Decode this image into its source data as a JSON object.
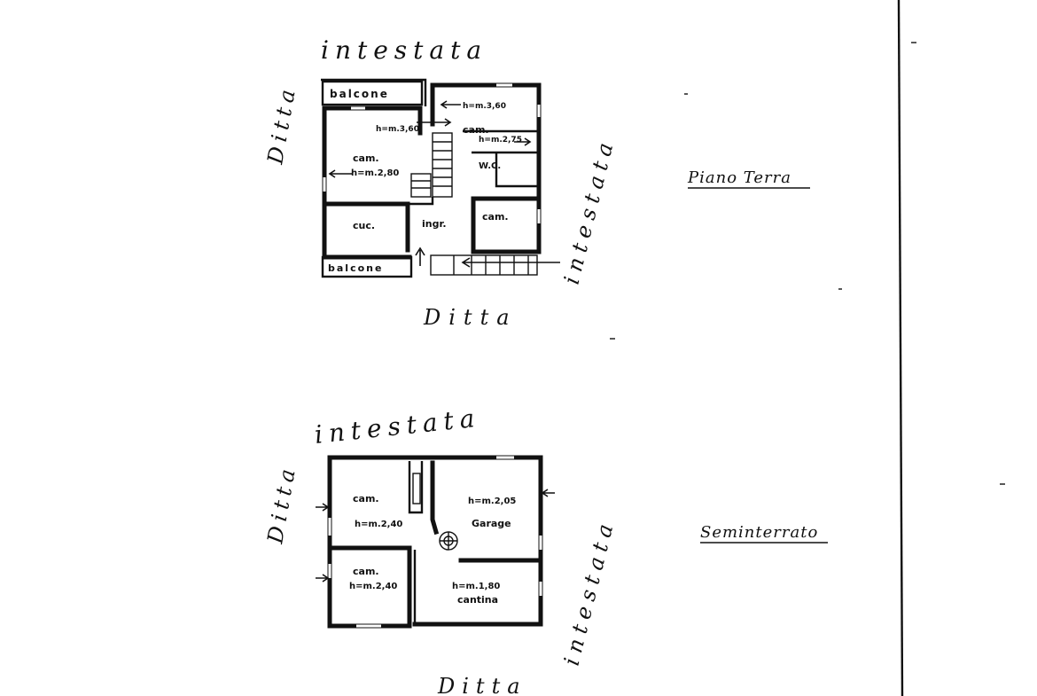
{
  "piano_terra": {
    "title": "Piano Terra",
    "neighbours": {
      "top": "intestata",
      "left": "Ditta",
      "bottom": "Ditta",
      "right": "intestata"
    },
    "rooms": {
      "balcone_top": "balcone",
      "balcone_bottom": "balcone",
      "cam_left": "cam.",
      "h_cam_left": "h=m.2,80",
      "h_stair_left": "h=m.3,60",
      "cam_topright": "cam.",
      "h_topright_1": "h=m.3,60",
      "h_topright_2": "h=m.2,75",
      "wc": "W.C.",
      "cam_right": "cam.",
      "cuc": "cuc.",
      "ingr": "ingr."
    }
  },
  "seminterrato": {
    "title": "Seminterrato",
    "neighbours": {
      "top": "intestata",
      "left": "Ditta",
      "bottom": "Ditta",
      "right": "intestata"
    },
    "rooms": {
      "cam_upper": "cam.",
      "h_cam_upper": "h=m.2,40",
      "cam_lower": "cam.",
      "h_cam_lower": "h=m.2,40",
      "h_garage": "h=m.2,05",
      "garage": "Garage",
      "h_cantina": "h=m.1,80",
      "cantina": "cantina"
    }
  }
}
